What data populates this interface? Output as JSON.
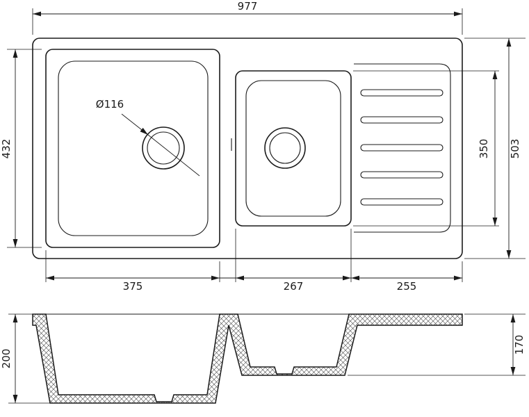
{
  "drawing": {
    "type": "technical-dimension-drawing",
    "colors": {
      "line": "#1a1a1a",
      "background": "#ffffff",
      "hatch": "#444444"
    },
    "top_view": {
      "overall_width": "977",
      "left_bowl_height": "432",
      "overall_depth": "503",
      "second_bowl_height": "350",
      "left_bowl_width": "375",
      "second_bowl_width": "267",
      "drainboard_width": "255",
      "drain_diameter": "Ø116"
    },
    "section_view": {
      "left_bowl_depth": "200",
      "right_depth": "170"
    }
  }
}
